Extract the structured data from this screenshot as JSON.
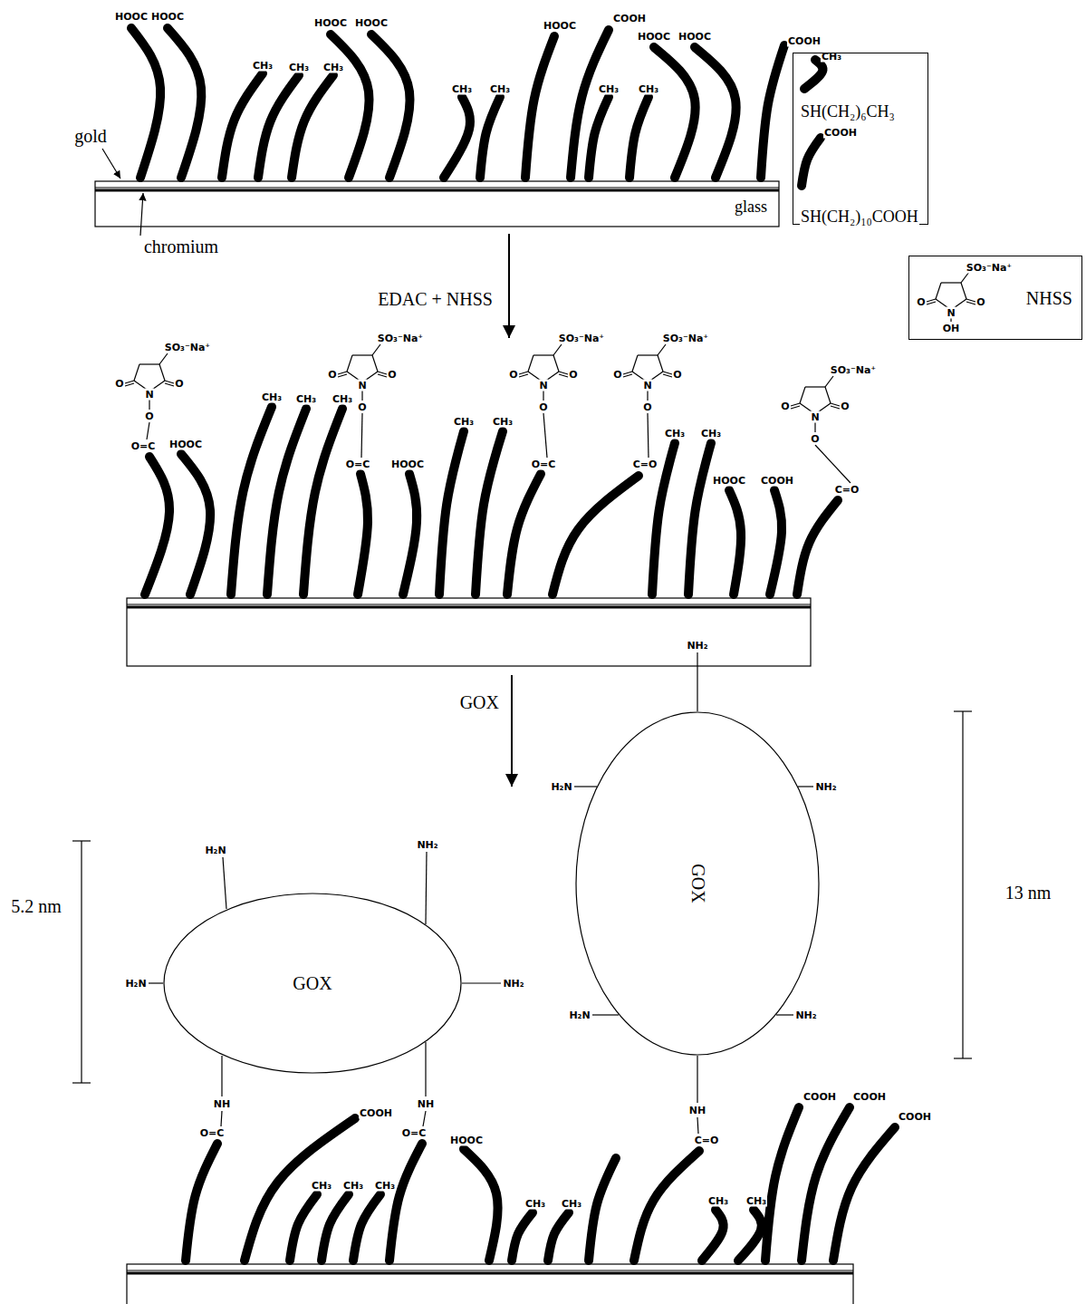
{
  "diagram": {
    "nodes": [
      {
        "text": [
          "NHSS"
        ]
      },
      {
        "text": [
          "GOX"
        ]
      },
      {
        "text": [
          "GOX"
        ]
      }
    ],
    "labels": [
      "HOOC",
      "HOOC",
      "HOOC",
      "HOOC",
      "CH₃",
      "CH₃",
      "CH₃",
      "CH₃",
      "CH₃",
      "HOOC",
      "COOH",
      "HOOC",
      "HOOC",
      "CH₃",
      "CH₃",
      "COOH",
      "gold",
      "chromium",
      "glass",
      "CH₃",
      "COOH",
      "EDAC + NHSS",
      "SO₃⁻Na⁺",
      "O",
      "N",
      "O",
      "OH",
      "SO₃⁻Na⁺",
      "O",
      "N",
      "O",
      "O",
      "O=C",
      "SO₃⁻Na⁺",
      "O",
      "N",
      "O",
      "O",
      "O=C",
      "SO₃⁻Na⁺",
      "O",
      "N",
      "O",
      "O",
      "O=C",
      "SO₃⁻Na⁺",
      "O",
      "N",
      "O",
      "O",
      "C=O",
      "SO₃⁻Na⁺",
      "O",
      "N",
      "O",
      "O",
      "C=O",
      "HOOC",
      "CH₃",
      "CH₃",
      "CH₃",
      "HOOC",
      "CH₃",
      "CH₃",
      "CH₃",
      "CH₃",
      "HOOC",
      "COOH",
      "GOX",
      "5.2 nm",
      "13 nm",
      "H₂N",
      "NH₂",
      "H₂N",
      "NH₂",
      "NH",
      "O=C",
      "NH",
      "O=C",
      "NH₂",
      "H₂N",
      "NH₂",
      "H₂N",
      "NH₂",
      "NH",
      "C=O",
      "COOH",
      "HOOC",
      "CH₃",
      "CH₃",
      "CH₃",
      "CH₃",
      "CH₃",
      "CH₃",
      "CH₃",
      "COOH",
      "COOH",
      "COOH"
    ],
    "legend": [
      {
        "text": "SH(CH₂)₆CH₃"
      },
      {
        "text": "SH(CH₂)₁₀COOH"
      }
    ]
  }
}
